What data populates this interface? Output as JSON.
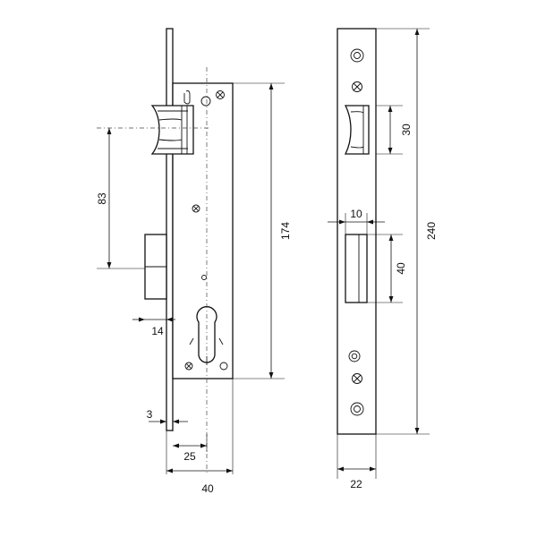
{
  "dimensions": {
    "dim_83": "83",
    "dim_174": "174",
    "dim_14": "14",
    "dim_3": "3",
    "dim_25": "25",
    "dim_40_width": "40",
    "dim_30": "30",
    "dim_10": "10",
    "dim_40_height": "40",
    "dim_240": "240",
    "dim_22": "22"
  },
  "colors": {
    "line": "#111111",
    "background": "#ffffff"
  }
}
